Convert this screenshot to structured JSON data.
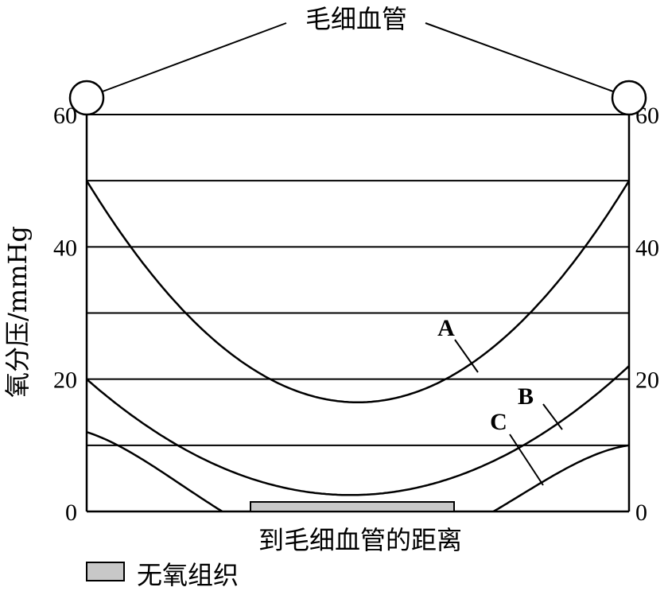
{
  "chart_data": {
    "type": "line",
    "title": "毛细血管",
    "ylabel": "氧分压/mmHg",
    "xlabel": "到毛细血管的距离",
    "ylim": [
      0,
      60
    ],
    "yticks": [
      0,
      20,
      40,
      60
    ],
    "gridlines_y": [
      10,
      20,
      30,
      40,
      50,
      60
    ],
    "legend": "无氧组织",
    "legend_color": "#c8c8c8",
    "series": [
      {
        "name": "A",
        "x": [
          0,
          0.5,
          1
        ],
        "y": [
          50,
          16.5,
          50
        ]
      },
      {
        "name": "B",
        "x": [
          0,
          0.5,
          1
        ],
        "y": [
          20,
          2.5,
          22
        ]
      },
      {
        "name": "C",
        "x": [
          0,
          0.25,
          0.5,
          0.75,
          1
        ],
        "y": [
          12,
          0,
          -7,
          0,
          10
        ]
      }
    ]
  }
}
